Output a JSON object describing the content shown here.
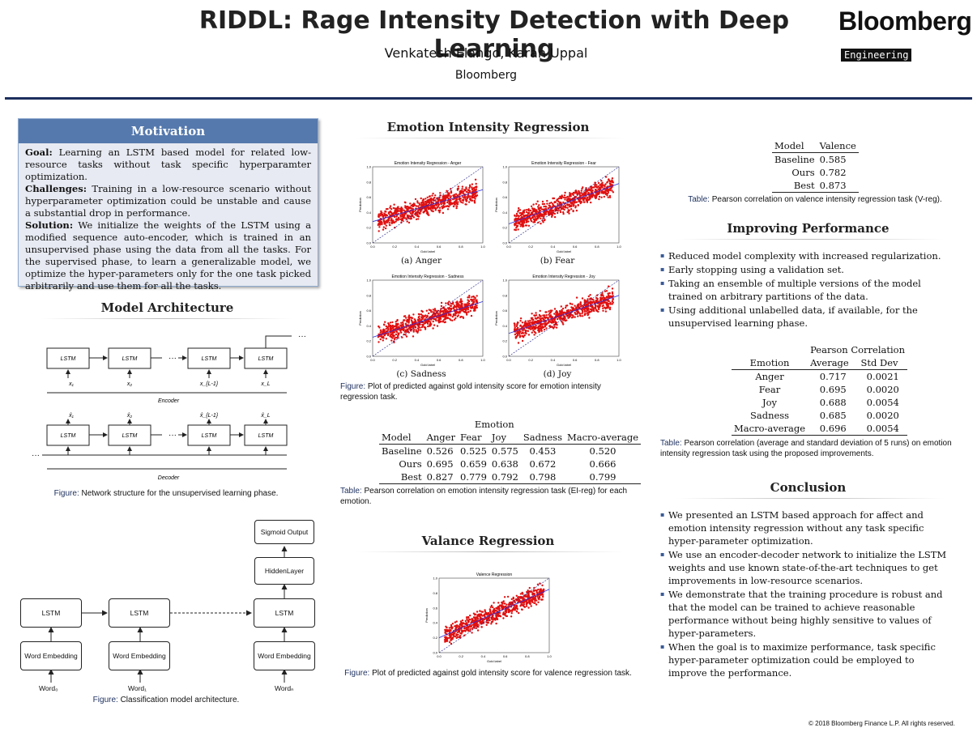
{
  "header": {
    "title": "RIDDL: Rage Intensity Detection with Deep Learning",
    "authors": "Venkatesh Elango, Karan Uppal",
    "affiliation": "Bloomberg",
    "logo_text": "Bloomberg",
    "logo_sub": "Engineering"
  },
  "motivation": {
    "title": "Motivation",
    "goal_label": "Goal:",
    "goal": "Learning an LSTM based model for related low-resource tasks without task specific hyperparamter optimization.",
    "challenges_label": "Challenges:",
    "challenges": "Training in a low-resource scenario without hyperparameter optimization could be unstable and cause a substantial drop in performance.",
    "solution_label": "Solution:",
    "solution": "We initialize the weights of the LSTM using a modified sequence auto-encoder, which is trained in an unsupervised phase using the data from all the tasks. For the supervised phase, to learn a generalizable model, we optimize the hyper-parameters only for the one task picked arbitrarily and use them for all the tasks."
  },
  "model_arch": {
    "title": "Model Architecture",
    "lstm": "LSTM",
    "encoder": "Encoder",
    "decoder": "Decoder",
    "ellipsis": "···",
    "x_labels": [
      "x₁",
      "x₂",
      "x_{L-1}",
      "x_L"
    ],
    "xhat_labels": [
      "x̂₁",
      "x̂₂",
      "x̂_{L-1}",
      "x̂_L"
    ],
    "fig_label": "Figure:",
    "fig1_caption": "Network structure for the unsupervised learning phase.",
    "sigmoid": "Sigmoid Output",
    "hidden": "HiddenLayer",
    "lstm2": "LSTM",
    "word_embedding": "Word Embedding",
    "words": [
      "Word₀",
      "Word₁",
      "Wordₙ"
    ],
    "fig2_caption": "Classification model architecture."
  },
  "emotion_regression": {
    "title": "Emotion Intensity Regression",
    "subplots": [
      {
        "title": "Emotion Intensity Regression - Anger",
        "label": "(a) Anger"
      },
      {
        "title": "Emotion Intensity Regression - Fear",
        "label": "(b) Fear"
      },
      {
        "title": "Emotion Intensity Regression - Sadness",
        "label": "(c) Sadness"
      },
      {
        "title": "Emotion Intensity Regression - Joy",
        "label": "(d) Joy"
      }
    ],
    "xlabel": "Gold label",
    "ylabel": "Prediction",
    "ticks": [
      "0.0",
      "0.2",
      "0.4",
      "0.6",
      "0.8",
      "1.0"
    ],
    "fig_caption": "Plot of predicted against gold intensity score for emotion intensity regression task."
  },
  "emotion_table": {
    "group_header": "Emotion",
    "columns": [
      "Model",
      "Anger",
      "Fear",
      "Joy",
      "Sadness",
      "Macro-average"
    ],
    "rows": [
      [
        "Baseline",
        "0.526",
        "0.525",
        "0.575",
        "0.453",
        "0.520"
      ],
      [
        "Ours",
        "0.695",
        "0.659",
        "0.638",
        "0.672",
        "0.666"
      ],
      [
        "Best",
        "0.827",
        "0.779",
        "0.792",
        "0.798",
        "0.799"
      ]
    ],
    "table_label": "Table:",
    "caption": "Pearson correlation on emotion intensity regression task (EI-reg) for each emotion."
  },
  "valence_regression": {
    "title": "Valance Regression",
    "plot_title": "Valence Regression",
    "fig_caption": "Plot of predicted against gold intensity score for valence regression task."
  },
  "valence_table": {
    "columns": [
      "Model",
      "Valence"
    ],
    "rows": [
      [
        "Baseline",
        "0.585"
      ],
      [
        "Ours",
        "0.782"
      ],
      [
        "Best",
        "0.873"
      ]
    ],
    "caption": "Pearson correlation on valence intensity regression task (V-reg)."
  },
  "improving": {
    "title": "Improving Performance",
    "bullets": [
      "Reduced model complexity with increased regularization.",
      "Early stopping using a validation set.",
      "Taking an ensemble of multiple versions of the model trained on arbitrary partitions of the data.",
      "Using additional unlabelled data, if available, for the unsupervised learning phase."
    ],
    "table_group": "Pearson Correlation",
    "table_columns": [
      "Emotion",
      "Average",
      "Std Dev"
    ],
    "table_rows": [
      [
        "Anger",
        "0.717",
        "0.0021"
      ],
      [
        "Fear",
        "0.695",
        "0.0020"
      ],
      [
        "Joy",
        "0.688",
        "0.0054"
      ],
      [
        "Sadness",
        "0.685",
        "0.0020"
      ],
      [
        "Macro-average",
        "0.696",
        "0.0054"
      ]
    ],
    "caption": "Pearson correlation (average and standard deviation of 5 runs) on emotion intensity regression task using the proposed improvements."
  },
  "conclusion": {
    "title": "Conclusion",
    "bullets": [
      "We presented an LSTM based approach for affect and emotion intensity regression without any task specific hyper-parameter optimization.",
      "We use an encoder-decoder network to initialize the LSTM weights and use known state-of-the-art techniques to get improvements in low-resource scenarios.",
      "We demonstrate that the training procedure is robust and that the model can be trained to achieve reasonable performance without being highly sensitive to values of hyper-parameters.",
      "When the goal is to maximize performance, task specific hyper-parameter optimization could be employed to improve the performance."
    ]
  },
  "footer": {
    "copyright": "© 2018 Bloomberg Finance L.P. All rights reserved."
  },
  "chart_data": [
    {
      "type": "scatter",
      "title": "Emotion Intensity Regression - Anger",
      "xlabel": "Gold label",
      "ylabel": "Prediction",
      "xlim": [
        0,
        1
      ],
      "ylim": [
        0,
        1
      ],
      "reference_line": "y = x",
      "fit_line": {
        "from": [
          0.0,
          0.28
        ],
        "to": [
          1.0,
          0.7
        ]
      },
      "points_summary": "cloud spanning x 0.05–0.95, y 0.25–0.9"
    },
    {
      "type": "scatter",
      "title": "Emotion Intensity Regression - Fear",
      "xlabel": "Gold label",
      "ylabel": "Prediction",
      "xlim": [
        0,
        1
      ],
      "ylim": [
        0,
        1
      ],
      "reference_line": "y = x",
      "fit_line": {
        "from": [
          0.0,
          0.25
        ],
        "to": [
          1.0,
          0.78
        ]
      },
      "points_summary": "cloud spanning x 0.05–0.97, y 0.15–0.95"
    },
    {
      "type": "scatter",
      "title": "Emotion Intensity Regression - Sadness",
      "xlabel": "Gold label",
      "ylabel": "Prediction",
      "xlim": [
        0,
        1
      ],
      "ylim": [
        0,
        1
      ],
      "reference_line": "y = x",
      "fit_line": {
        "from": [
          0.0,
          0.25
        ],
        "to": [
          1.0,
          0.72
        ]
      },
      "points_summary": "cloud spanning x 0.03–0.95, y 0.15–0.9"
    },
    {
      "type": "scatter",
      "title": "Emotion Intensity Regression - Joy",
      "xlabel": "Gold label",
      "ylabel": "Prediction",
      "xlim": [
        0,
        1
      ],
      "ylim": [
        0,
        1
      ],
      "reference_line": "y = x",
      "fit_line": {
        "from": [
          0.0,
          0.3
        ],
        "to": [
          1.0,
          0.8
        ]
      },
      "points_summary": "cloud spanning x 0.05–0.97, y 0.2–0.95"
    },
    {
      "type": "scatter",
      "title": "Valence Regression",
      "xlabel": "Gold label",
      "ylabel": "Prediction",
      "xlim": [
        0,
        1
      ],
      "ylim": [
        0,
        1
      ],
      "reference_line": "y = x",
      "fit_line": {
        "from": [
          0.0,
          0.2
        ],
        "to": [
          1.0,
          0.85
        ]
      },
      "points_summary": "cloud spanning x 0.05–0.95, y 0.1–0.95"
    }
  ],
  "colors": {
    "accent": "#1c2f5e",
    "box_header": "#5579ad",
    "box_bg": "#e7eaf2",
    "points": "#e01010",
    "fit_line": "#2a2adf"
  }
}
